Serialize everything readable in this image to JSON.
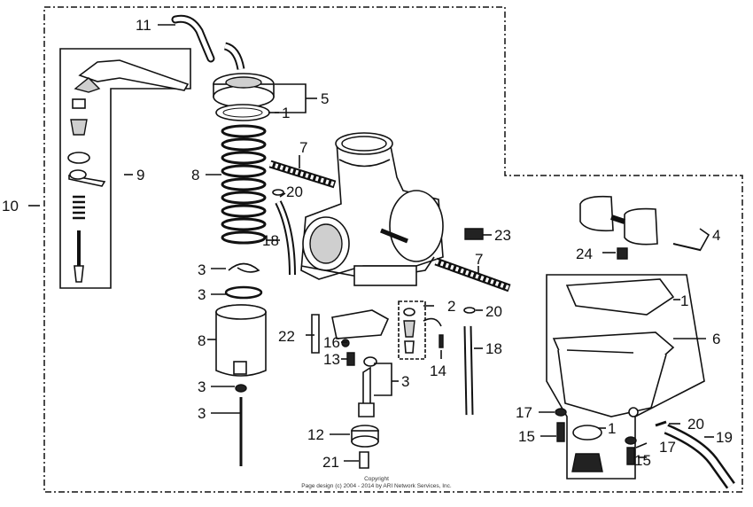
{
  "diagram": {
    "callouts": {
      "c1_top": "1",
      "c1_gasket": "1",
      "c1_oring": "1",
      "c2": "2",
      "c3_clip": "3",
      "c3_spring": "3",
      "c3_needle_clip": "3",
      "c3_needle": "3",
      "c3_jet": "3",
      "c4": "4",
      "c5": "5",
      "c6": "6",
      "c7_top": "7",
      "c7_right": "7",
      "c8_spring": "8",
      "c8_slide": "8",
      "c9": "9",
      "c10": "10",
      "c11": "11",
      "c12": "12",
      "c13": "13",
      "c14": "14",
      "c15_left": "15",
      "c15_right": "15",
      "c16": "16",
      "c17_left": "17",
      "c17_right": "17",
      "c18_left": "18",
      "c18_right": "18",
      "c19": "19",
      "c20_top": "20",
      "c20_mid": "20",
      "c20_bottom": "20",
      "c21": "21",
      "c22": "22",
      "c23": "23",
      "c24": "24"
    },
    "copyright_line1": "Copyright",
    "copyright_line2": "Page design (c) 2004 - 2014 by ARI Network Services, Inc."
  }
}
